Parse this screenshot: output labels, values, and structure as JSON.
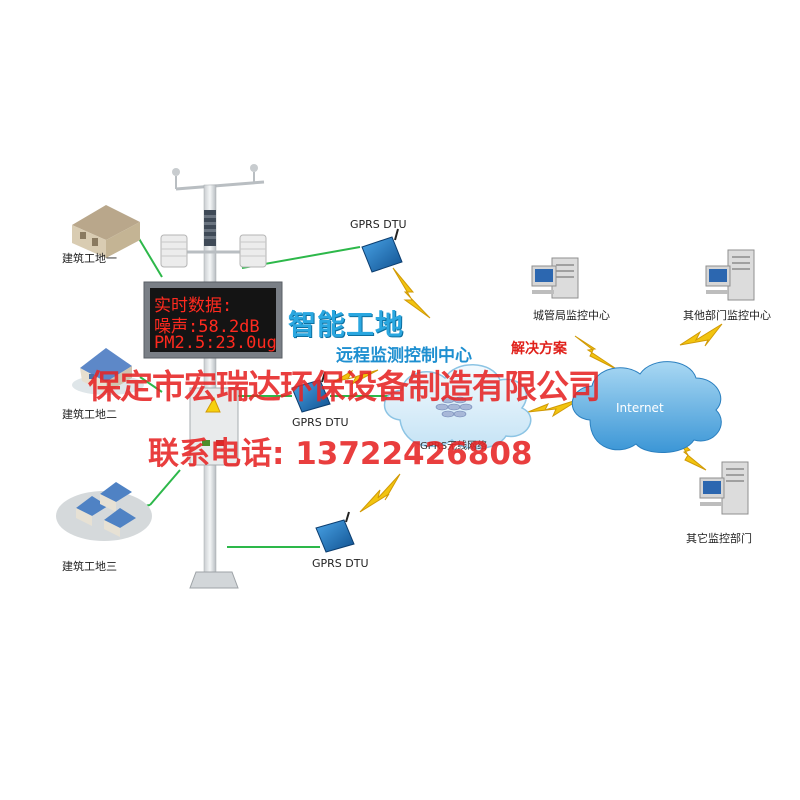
{
  "sites": [
    "建筑工地一",
    "建筑工地二",
    "建筑工地三"
  ],
  "sign": {
    "line1": "实时数据:",
    "line2": "噪声:58.2dB",
    "line3": "PM2.5:23.0ug"
  },
  "dtu_label": "GPRS DTU",
  "center": {
    "title": "智能工地",
    "subtitle": "远程监测控制中心",
    "solution": "解决方案",
    "network": "GPRS无线网络"
  },
  "internet": "Internet",
  "monitors": [
    "城管局监控中心",
    "其他部门监控中心",
    "其它监控部门"
  ],
  "watermark": {
    "company": "保定市宏瑞达环保设备制造有限公司",
    "phone": "联系电话: 13722426808"
  },
  "colors": {
    "line_green": "#2db84a",
    "signal_yellow": "#f2c40f",
    "sign_text_red": "#ff2a1f",
    "title_blue": "#2aa7e0",
    "watermark_red": "#e62323"
  }
}
